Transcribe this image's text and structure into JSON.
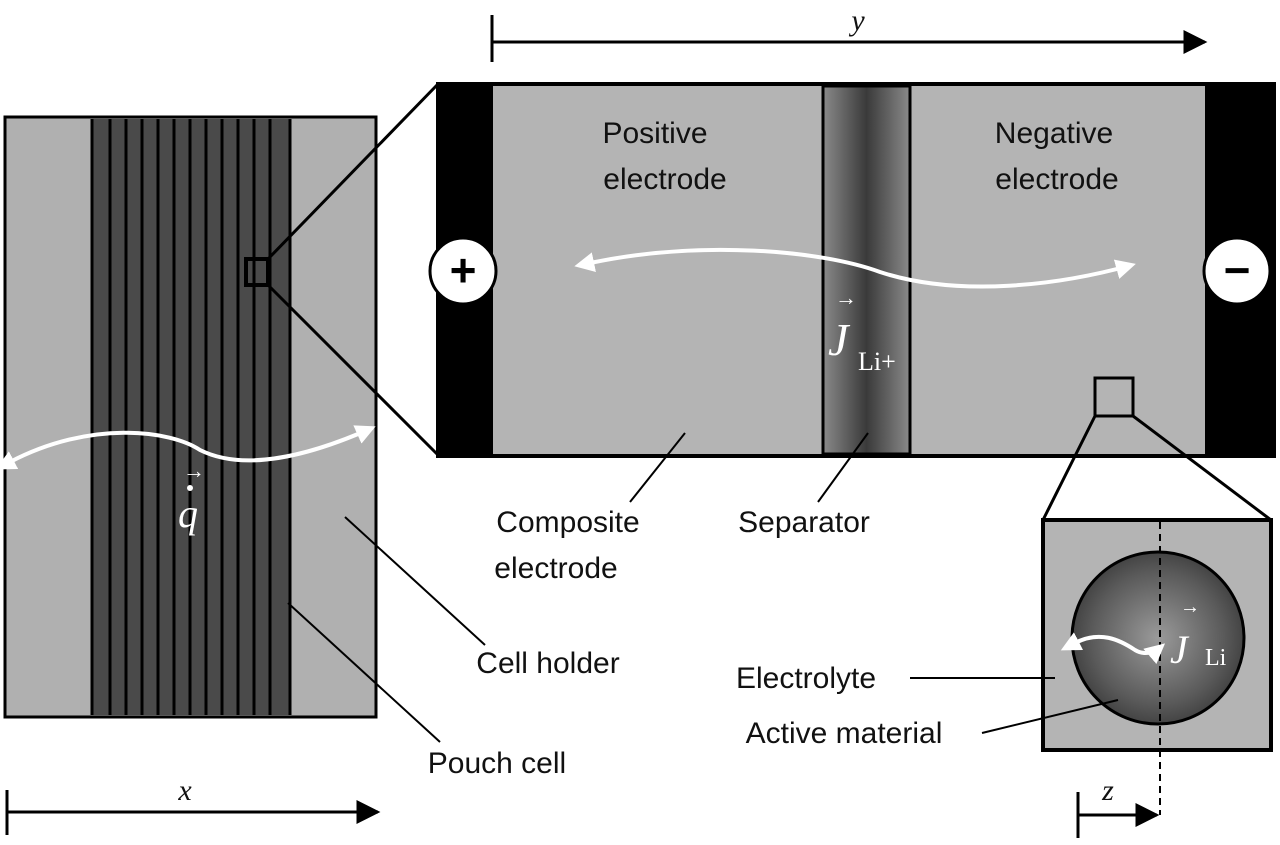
{
  "labels": {
    "positive_electrode": [
      "Positive",
      "electrode"
    ],
    "negative_electrode": [
      "Negative",
      "electrode"
    ],
    "composite_electrode": [
      "Composite",
      "electrode"
    ],
    "separator": "Separator",
    "cell_holder": "Cell holder",
    "pouch_cell": "Pouch cell",
    "electrolyte": "Electrolyte",
    "active_material": "Active material"
  },
  "axes": {
    "x": "x",
    "y": "y",
    "z": "z"
  },
  "symbols": {
    "heat_flux": "q",
    "li_ion_flux": "J",
    "li_ion_flux_sub": "Li+",
    "li_flux": "J",
    "li_flux_sub": "Li",
    "plus": "+",
    "minus": "−"
  },
  "colors": {
    "holder_gray": "#b0b0b0",
    "stack_dark": "#4a4a4a",
    "electrode_gray": "#b4b4b4",
    "separator_gray": "#555555",
    "current_collector": "#000000",
    "arrow": "#ffffff"
  }
}
